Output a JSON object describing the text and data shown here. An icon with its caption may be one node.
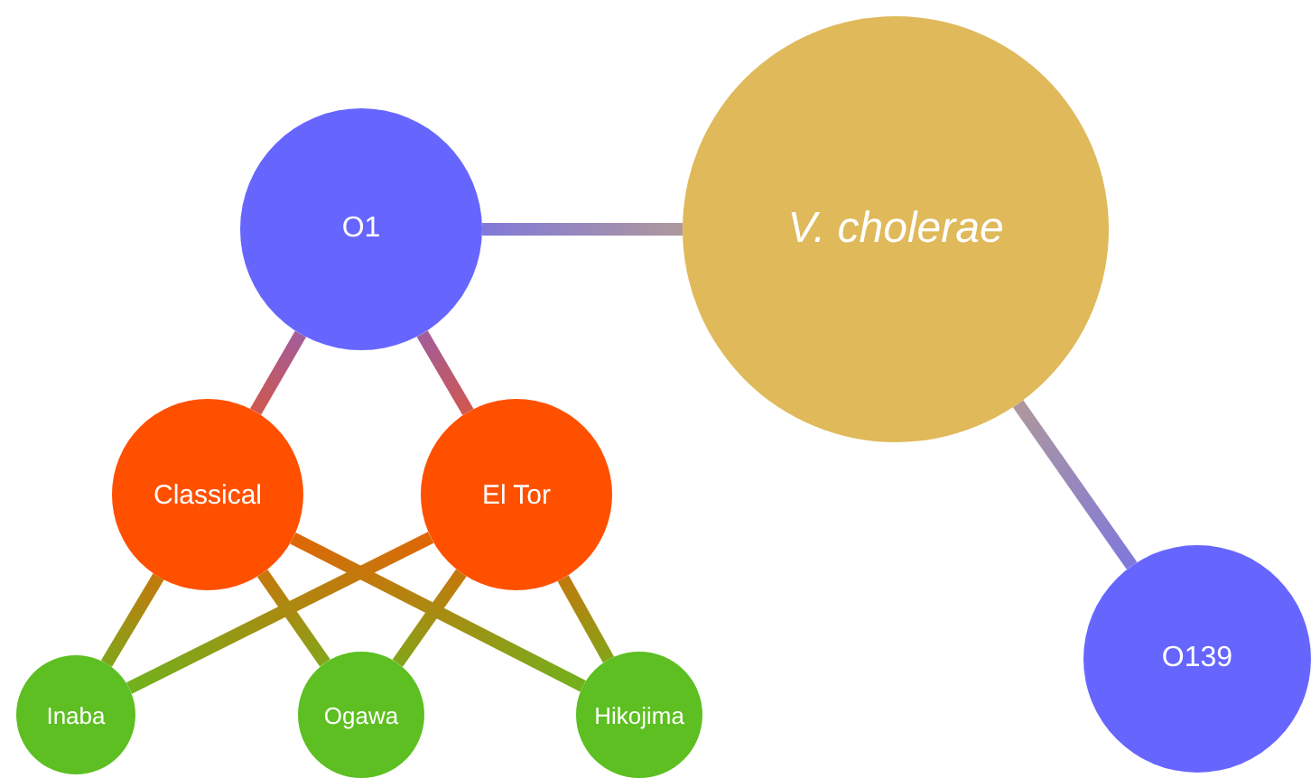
{
  "diagram": {
    "nodes": [
      {
        "text": [
          "V. cholerae"
        ]
      },
      {
        "text": [
          "O1"
        ]
      },
      {
        "text": [
          "O139"
        ]
      },
      {
        "text": [
          "Classical"
        ]
      },
      {
        "text": [
          "El Tor"
        ]
      },
      {
        "text": [
          "Inaba"
        ]
      },
      {
        "text": [
          "Ogawa"
        ]
      },
      {
        "text": [
          "Hikojima"
        ]
      }
    ],
    "edges": [
      {
        "from": 0,
        "to": 1,
        "arrow": "none"
      },
      {
        "from": 0,
        "to": 2,
        "arrow": "none"
      },
      {
        "from": 1,
        "to": 3,
        "arrow": "none"
      },
      {
        "from": 1,
        "to": 4,
        "arrow": "none"
      },
      {
        "from": 3,
        "to": 5,
        "arrow": "none"
      },
      {
        "from": 3,
        "to": 6,
        "arrow": "none"
      },
      {
        "from": 3,
        "to": 7,
        "arrow": "none"
      },
      {
        "from": 4,
        "to": 5,
        "arrow": "none"
      },
      {
        "from": 4,
        "to": 6,
        "arrow": "none"
      },
      {
        "from": 4,
        "to": 7,
        "arrow": "none"
      }
    ]
  }
}
